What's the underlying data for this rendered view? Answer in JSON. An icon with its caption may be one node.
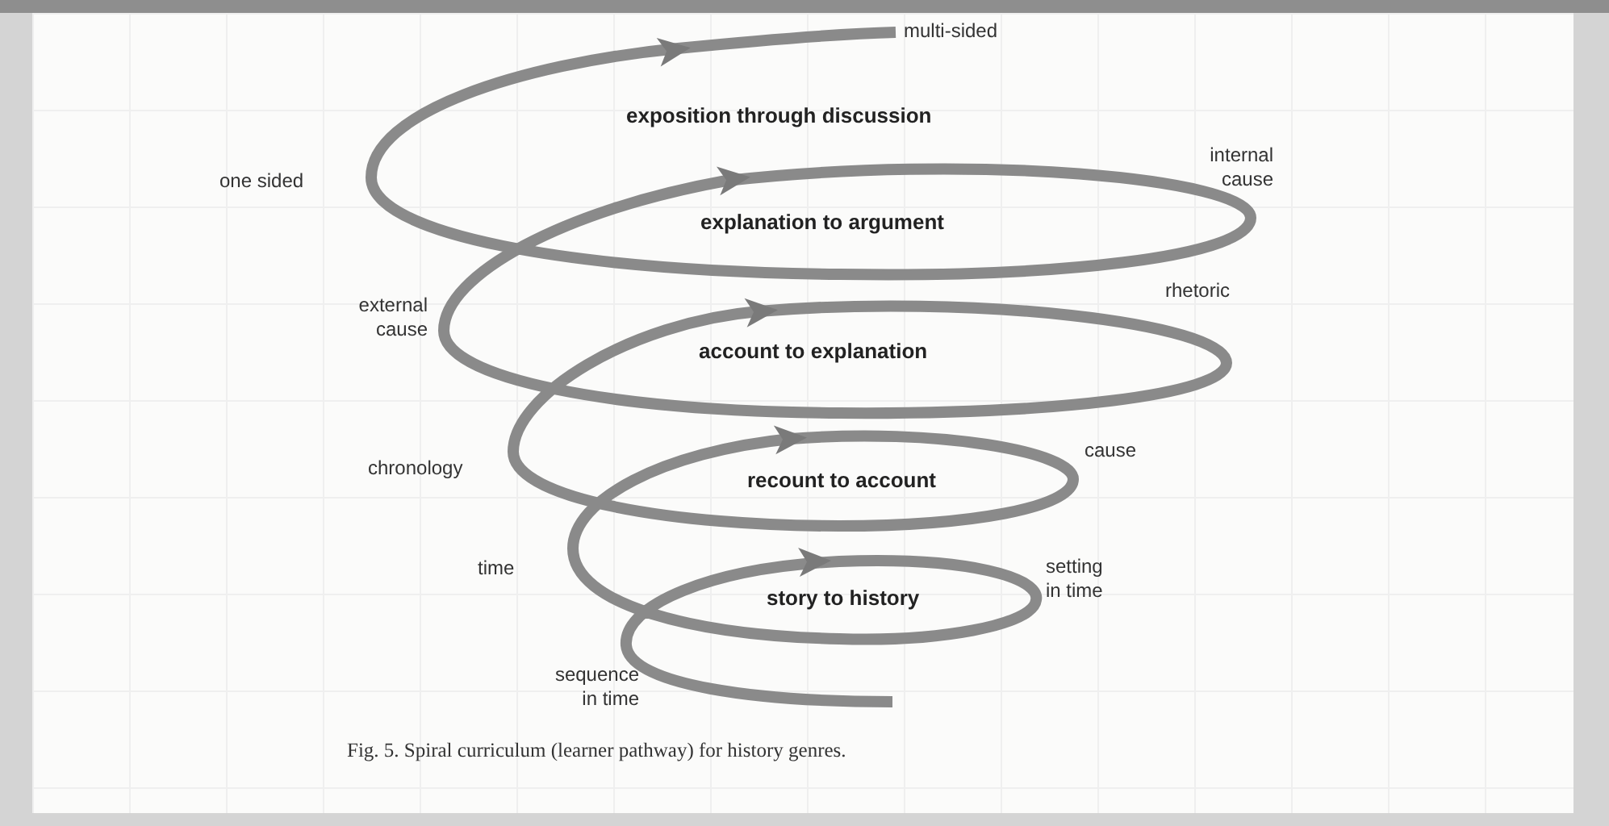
{
  "diagram": {
    "caption": "Fig. 5. Spiral curriculum (learner pathway) for history genres.",
    "labels": [
      "multi-sided",
      "exposition through discussion",
      "one sided",
      "internal cause",
      "explanation to argument",
      "external cause",
      "rhetoric",
      "account to explanation",
      "chronology",
      "cause",
      "recount to account",
      "time",
      "setting in time",
      "story to history",
      "sequence in time"
    ]
  }
}
